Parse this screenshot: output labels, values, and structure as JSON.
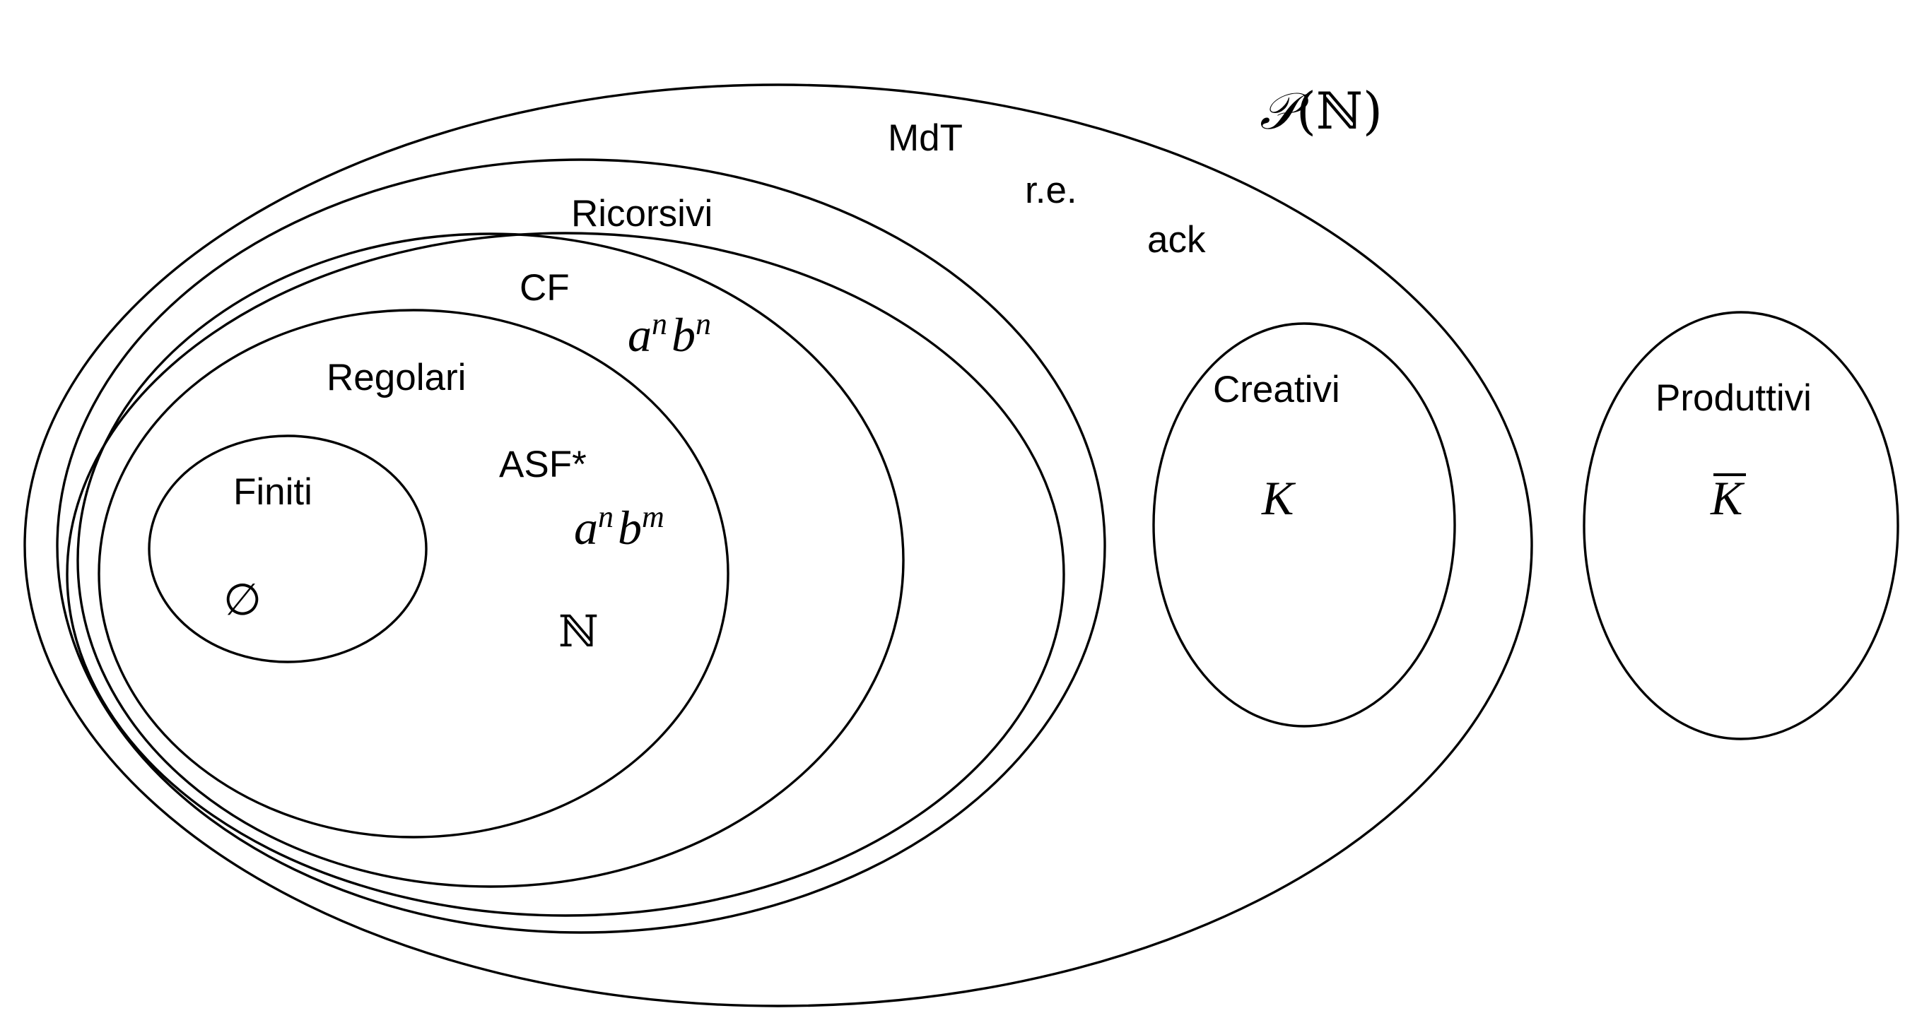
{
  "sets": {
    "powerset": {
      "script": "𝒫",
      "rest": "(ℕ)"
    },
    "mdt": {
      "label": "MdT"
    },
    "re": {
      "label": "r.e."
    },
    "ricorsivi": {
      "label": "Ricorsivi"
    },
    "cf": {
      "label": "CF"
    },
    "regolari": {
      "label": "Regolari"
    },
    "finiti": {
      "label": "Finiti"
    },
    "creativi": {
      "label": "Creativi"
    },
    "produttivi": {
      "label": "Produttivi"
    }
  },
  "elements": {
    "ack": "ack",
    "anbn": {
      "base1": "a",
      "exp1": "n",
      "base2": "b",
      "exp2": "n"
    },
    "asf_star": "ASF*",
    "anbm": {
      "base1": "a",
      "exp1": "n",
      "base2": "b",
      "exp2": "m"
    },
    "naturals": "ℕ",
    "empty_set": "∅",
    "k": "K",
    "k_complement": "K"
  }
}
